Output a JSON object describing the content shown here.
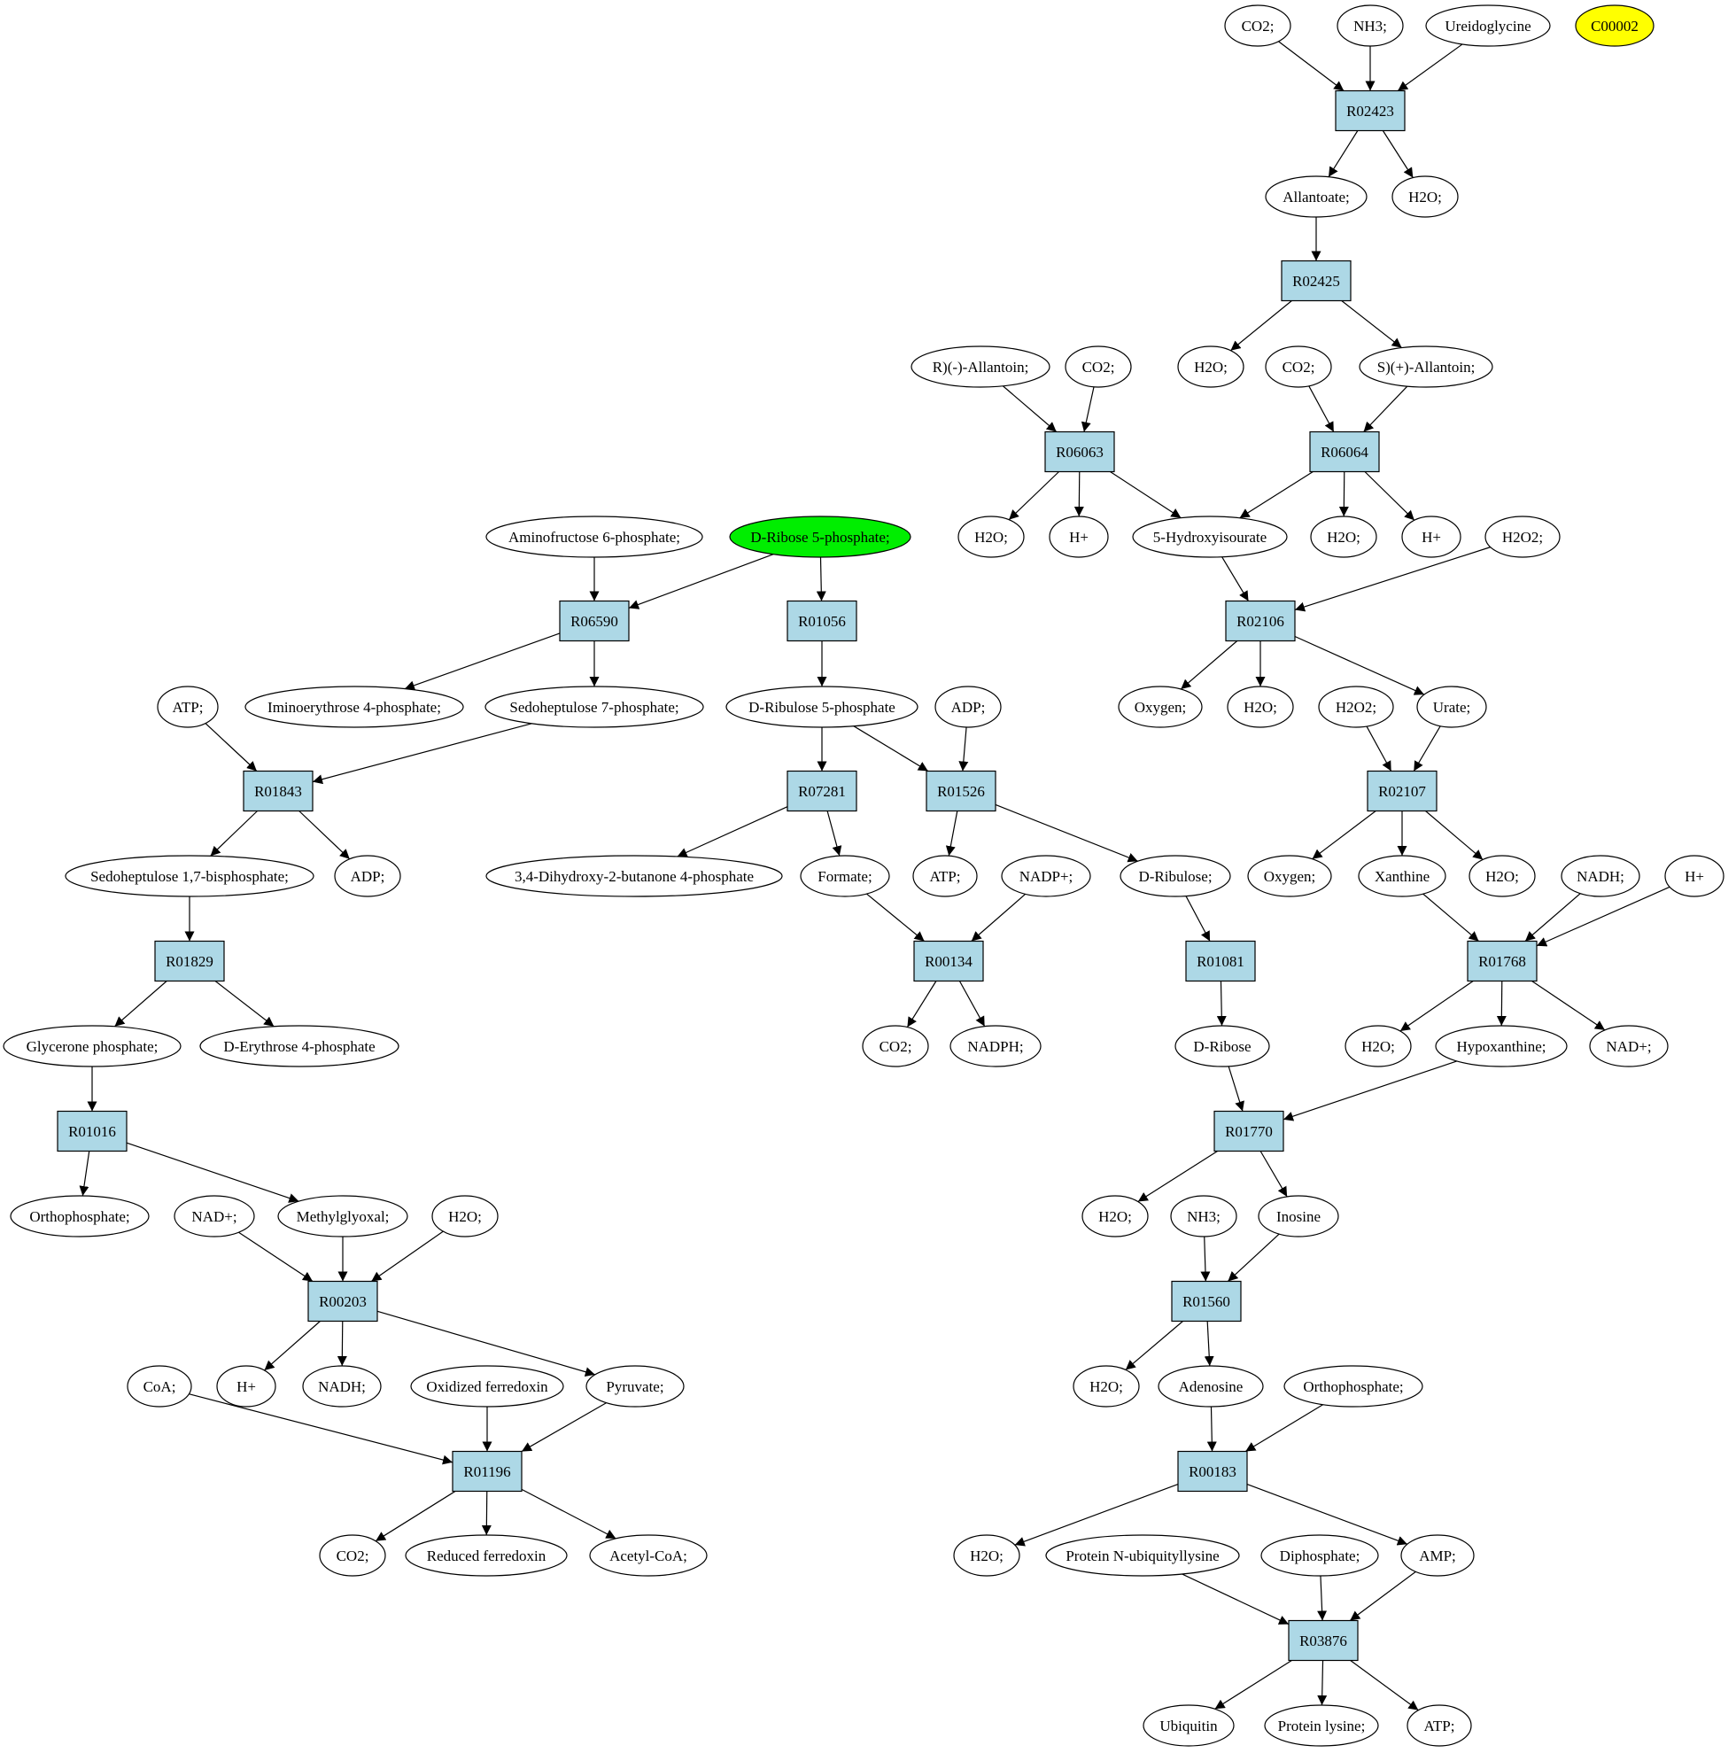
{
  "diagram": {
    "compounds": [
      {
        "id": "c_co2_top",
        "label": "CO2;"
      },
      {
        "id": "c_nh3_top",
        "label": "NH3;"
      },
      {
        "id": "c_ureidoglycine",
        "label": "Ureidoglycine"
      },
      {
        "id": "c_c00002",
        "label": "C00002",
        "fill": "#ffff00"
      },
      {
        "id": "c_allantoate",
        "label": "Allantoate;"
      },
      {
        "id": "c_h2o_a",
        "label": "H2O;"
      },
      {
        "id": "c_r_allantoin",
        "label": "R)(-)-Allantoin;"
      },
      {
        "id": "c_co2_b",
        "label": "CO2;"
      },
      {
        "id": "c_h2o_b",
        "label": "H2O;"
      },
      {
        "id": "c_co2_c",
        "label": "CO2;"
      },
      {
        "id": "c_s_allantoin",
        "label": "S)(+)-Allantoin;"
      },
      {
        "id": "c_h2o_c",
        "label": "H2O;"
      },
      {
        "id": "c_hplus_a",
        "label": "H+"
      },
      {
        "id": "c_hydroxyisourate",
        "label": "5-Hydroxyisourate"
      },
      {
        "id": "c_h2o_d",
        "label": "H2O;"
      },
      {
        "id": "c_hplus_b",
        "label": "H+"
      },
      {
        "id": "c_h2o2_a",
        "label": "H2O2;"
      },
      {
        "id": "c_aminofructose",
        "label": "Aminofructose 6-phosphate;"
      },
      {
        "id": "c_ribose5p",
        "label": "D-Ribose 5-phosphate;",
        "fill": "#00ee00"
      },
      {
        "id": "c_oxygen_a",
        "label": "Oxygen;"
      },
      {
        "id": "c_h2o_e",
        "label": "H2O;"
      },
      {
        "id": "c_h2o2_b",
        "label": "H2O2;"
      },
      {
        "id": "c_urate",
        "label": "Urate;"
      },
      {
        "id": "c_atp_a",
        "label": "ATP;"
      },
      {
        "id": "c_iminoerythrose",
        "label": "Iminoerythrose 4-phosphate;"
      },
      {
        "id": "c_sedoheptulose7p",
        "label": "Sedoheptulose 7-phosphate;"
      },
      {
        "id": "c_ribulose5p",
        "label": "D-Ribulose 5-phosphate"
      },
      {
        "id": "c_adp_a",
        "label": "ADP;"
      },
      {
        "id": "c_sedo17bp",
        "label": "Sedoheptulose 1,7-bisphosphate;"
      },
      {
        "id": "c_adp_b",
        "label": "ADP;"
      },
      {
        "id": "c_dihydroxybutanone",
        "label": "3,4-Dihydroxy-2-butanone 4-phosphate"
      },
      {
        "id": "c_formate",
        "label": "Formate;"
      },
      {
        "id": "c_atp_b",
        "label": "ATP;"
      },
      {
        "id": "c_nadpplus",
        "label": "NADP+;"
      },
      {
        "id": "c_ribulose",
        "label": "D-Ribulose;"
      },
      {
        "id": "c_oxygen_b",
        "label": "Oxygen;"
      },
      {
        "id": "c_xanthine",
        "label": "Xanthine"
      },
      {
        "id": "c_h2o_f",
        "label": "H2O;"
      },
      {
        "id": "c_nadh_a",
        "label": "NADH;"
      },
      {
        "id": "c_hplus_c",
        "label": "H+"
      },
      {
        "id": "c_glycerone",
        "label": "Glycerone phosphate;"
      },
      {
        "id": "c_erythrose4p",
        "label": "D-Erythrose 4-phosphate"
      },
      {
        "id": "c_co2_d",
        "label": "CO2;"
      },
      {
        "id": "c_nadph",
        "label": "NADPH;"
      },
      {
        "id": "c_dribose",
        "label": "D-Ribose"
      },
      {
        "id": "c_h2o_g",
        "label": "H2O;"
      },
      {
        "id": "c_hypoxanthine",
        "label": "Hypoxanthine;"
      },
      {
        "id": "c_nadplus_a",
        "label": "NAD+;"
      },
      {
        "id": "c_orthophosphate_a",
        "label": "Orthophosphate;"
      },
      {
        "id": "c_nadplus_b",
        "label": "NAD+;"
      },
      {
        "id": "c_methylglyoxal",
        "label": "Methylglyoxal;"
      },
      {
        "id": "c_h2o_h",
        "label": "H2O;"
      },
      {
        "id": "c_h2o_i",
        "label": "H2O;"
      },
      {
        "id": "c_nh3_b",
        "label": "NH3;"
      },
      {
        "id": "c_inosine",
        "label": "Inosine"
      },
      {
        "id": "c_coa",
        "label": "CoA;"
      },
      {
        "id": "c_hplus_d",
        "label": "H+"
      },
      {
        "id": "c_nadh_b",
        "label": "NADH;"
      },
      {
        "id": "c_oxferredoxin",
        "label": "Oxidized ferredoxin"
      },
      {
        "id": "c_pyruvate",
        "label": "Pyruvate;"
      },
      {
        "id": "c_h2o_j",
        "label": "H2O;"
      },
      {
        "id": "c_adenosine",
        "label": "Adenosine"
      },
      {
        "id": "c_orthophosphate_b",
        "label": "Orthophosphate;"
      },
      {
        "id": "c_co2_e",
        "label": "CO2;"
      },
      {
        "id": "c_redferredoxin",
        "label": "Reduced ferredoxin"
      },
      {
        "id": "c_acetylcoa",
        "label": "Acetyl-CoA;"
      },
      {
        "id": "c_h2o_k",
        "label": "H2O;"
      },
      {
        "id": "c_protein_ubiq",
        "label": "Protein N-ubiquityllysine"
      },
      {
        "id": "c_diphosphate",
        "label": "Diphosphate;"
      },
      {
        "id": "c_amp",
        "label": "AMP;"
      },
      {
        "id": "c_ubiquitin",
        "label": "Ubiquitin"
      },
      {
        "id": "c_protein_lysine",
        "label": "Protein lysine;"
      },
      {
        "id": "c_atp_c",
        "label": "ATP;"
      }
    ],
    "reactions": [
      {
        "id": "r_R02423",
        "label": "R02423"
      },
      {
        "id": "r_R02425",
        "label": "R02425"
      },
      {
        "id": "r_R06063",
        "label": "R06063"
      },
      {
        "id": "r_R06064",
        "label": "R06064"
      },
      {
        "id": "r_R06590",
        "label": "R06590"
      },
      {
        "id": "r_R01056",
        "label": "R01056"
      },
      {
        "id": "r_R02106",
        "label": "R02106"
      },
      {
        "id": "r_R01843",
        "label": "R01843"
      },
      {
        "id": "r_R07281",
        "label": "R07281"
      },
      {
        "id": "r_R01526",
        "label": "R01526"
      },
      {
        "id": "r_R02107",
        "label": "R02107"
      },
      {
        "id": "r_R01829",
        "label": "R01829"
      },
      {
        "id": "r_R00134",
        "label": "R00134"
      },
      {
        "id": "r_R01081",
        "label": "R01081"
      },
      {
        "id": "r_R01768",
        "label": "R01768"
      },
      {
        "id": "r_R01016",
        "label": "R01016"
      },
      {
        "id": "r_R01770",
        "label": "R01770"
      },
      {
        "id": "r_R00203",
        "label": "R00203"
      },
      {
        "id": "r_R01560",
        "label": "R01560"
      },
      {
        "id": "r_R01196",
        "label": "R01196"
      },
      {
        "id": "r_R00183",
        "label": "R00183"
      },
      {
        "id": "r_R03876",
        "label": "R03876"
      }
    ],
    "edges": [
      [
        "c_co2_top",
        "r_R02423"
      ],
      [
        "c_nh3_top",
        "r_R02423"
      ],
      [
        "c_ureidoglycine",
        "r_R02423"
      ],
      [
        "r_R02423",
        "c_allantoate"
      ],
      [
        "r_R02423",
        "c_h2o_a"
      ],
      [
        "c_allantoate",
        "r_R02425"
      ],
      [
        "r_R02425",
        "c_h2o_b"
      ],
      [
        "r_R02425",
        "c_s_allantoin"
      ],
      [
        "c_r_allantoin",
        "r_R06063"
      ],
      [
        "c_co2_b",
        "r_R06063"
      ],
      [
        "c_co2_c",
        "r_R06064"
      ],
      [
        "c_s_allantoin",
        "r_R06064"
      ],
      [
        "r_R06063",
        "c_h2o_c"
      ],
      [
        "r_R06063",
        "c_hplus_a"
      ],
      [
        "r_R06063",
        "c_hydroxyisourate"
      ],
      [
        "r_R06064",
        "c_hydroxyisourate"
      ],
      [
        "r_R06064",
        "c_h2o_d"
      ],
      [
        "r_R06064",
        "c_hplus_b"
      ],
      [
        "c_hydroxyisourate",
        "r_R02106"
      ],
      [
        "c_h2o2_a",
        "r_R02106"
      ],
      [
        "r_R02106",
        "c_oxygen_a"
      ],
      [
        "r_R02106",
        "c_h2o_e"
      ],
      [
        "r_R02106",
        "c_urate"
      ],
      [
        "c_h2o2_b",
        "r_R02107"
      ],
      [
        "c_urate",
        "r_R02107"
      ],
      [
        "r_R02107",
        "c_oxygen_b"
      ],
      [
        "r_R02107",
        "c_xanthine"
      ],
      [
        "r_R02107",
        "c_h2o_f"
      ],
      [
        "c_xanthine",
        "r_R01768"
      ],
      [
        "c_nadh_a",
        "r_R01768"
      ],
      [
        "c_hplus_c",
        "r_R01768"
      ],
      [
        "r_R01768",
        "c_h2o_g"
      ],
      [
        "r_R01768",
        "c_hypoxanthine"
      ],
      [
        "r_R01768",
        "c_nadplus_a"
      ],
      [
        "c_hypoxanthine",
        "r_R01770"
      ],
      [
        "c_dribose",
        "r_R01770"
      ],
      [
        "r_R01770",
        "c_h2o_i"
      ],
      [
        "r_R01770",
        "c_inosine"
      ],
      [
        "c_nh3_b",
        "r_R01560"
      ],
      [
        "c_inosine",
        "r_R01560"
      ],
      [
        "r_R01560",
        "c_h2o_j"
      ],
      [
        "r_R01560",
        "c_adenosine"
      ],
      [
        "c_adenosine",
        "r_R00183"
      ],
      [
        "c_orthophosphate_b",
        "r_R00183"
      ],
      [
        "r_R00183",
        "c_h2o_k"
      ],
      [
        "r_R00183",
        "c_amp"
      ],
      [
        "c_protein_ubiq",
        "r_R03876"
      ],
      [
        "c_diphosphate",
        "r_R03876"
      ],
      [
        "c_amp",
        "r_R03876"
      ],
      [
        "r_R03876",
        "c_ubiquitin"
      ],
      [
        "r_R03876",
        "c_protein_lysine"
      ],
      [
        "r_R03876",
        "c_atp_c"
      ],
      [
        "c_aminofructose",
        "r_R06590"
      ],
      [
        "c_ribose5p",
        "r_R06590"
      ],
      [
        "c_ribose5p",
        "r_R01056"
      ],
      [
        "r_R06590",
        "c_iminoerythrose"
      ],
      [
        "r_R06590",
        "c_sedoheptulose7p"
      ],
      [
        "r_R01056",
        "c_ribulose5p"
      ],
      [
        "c_atp_a",
        "r_R01843"
      ],
      [
        "c_sedoheptulose7p",
        "r_R01843"
      ],
      [
        "r_R01843",
        "c_sedo17bp"
      ],
      [
        "r_R01843",
        "c_adp_b"
      ],
      [
        "c_sedo17bp",
        "r_R01829"
      ],
      [
        "r_R01829",
        "c_glycerone"
      ],
      [
        "r_R01829",
        "c_erythrose4p"
      ],
      [
        "c_glycerone",
        "r_R01016"
      ],
      [
        "r_R01016",
        "c_orthophosphate_a"
      ],
      [
        "r_R01016",
        "c_methylglyoxal"
      ],
      [
        "c_nadplus_b",
        "r_R00203"
      ],
      [
        "c_methylglyoxal",
        "r_R00203"
      ],
      [
        "c_h2o_h",
        "r_R00203"
      ],
      [
        "r_R00203",
        "c_hplus_d"
      ],
      [
        "r_R00203",
        "c_nadh_b"
      ],
      [
        "r_R00203",
        "c_pyruvate"
      ],
      [
        "c_coa",
        "r_R01196"
      ],
      [
        "c_oxferredoxin",
        "r_R01196"
      ],
      [
        "c_pyruvate",
        "r_R01196"
      ],
      [
        "r_R01196",
        "c_co2_e"
      ],
      [
        "r_R01196",
        "c_redferredoxin"
      ],
      [
        "r_R01196",
        "c_acetylcoa"
      ],
      [
        "c_ribulose5p",
        "r_R07281"
      ],
      [
        "c_ribulose5p",
        "r_R01526"
      ],
      [
        "c_adp_a",
        "r_R01526"
      ],
      [
        "r_R07281",
        "c_dihydroxybutanone"
      ],
      [
        "r_R07281",
        "c_formate"
      ],
      [
        "r_R01526",
        "c_atp_b"
      ],
      [
        "r_R01526",
        "c_ribulose"
      ],
      [
        "c_formate",
        "r_R00134"
      ],
      [
        "c_nadpplus",
        "r_R00134"
      ],
      [
        "r_R00134",
        "c_co2_d"
      ],
      [
        "r_R00134",
        "c_nadph"
      ],
      [
        "c_ribulose",
        "r_R01081"
      ],
      [
        "r_R01081",
        "c_dribose"
      ]
    ]
  }
}
